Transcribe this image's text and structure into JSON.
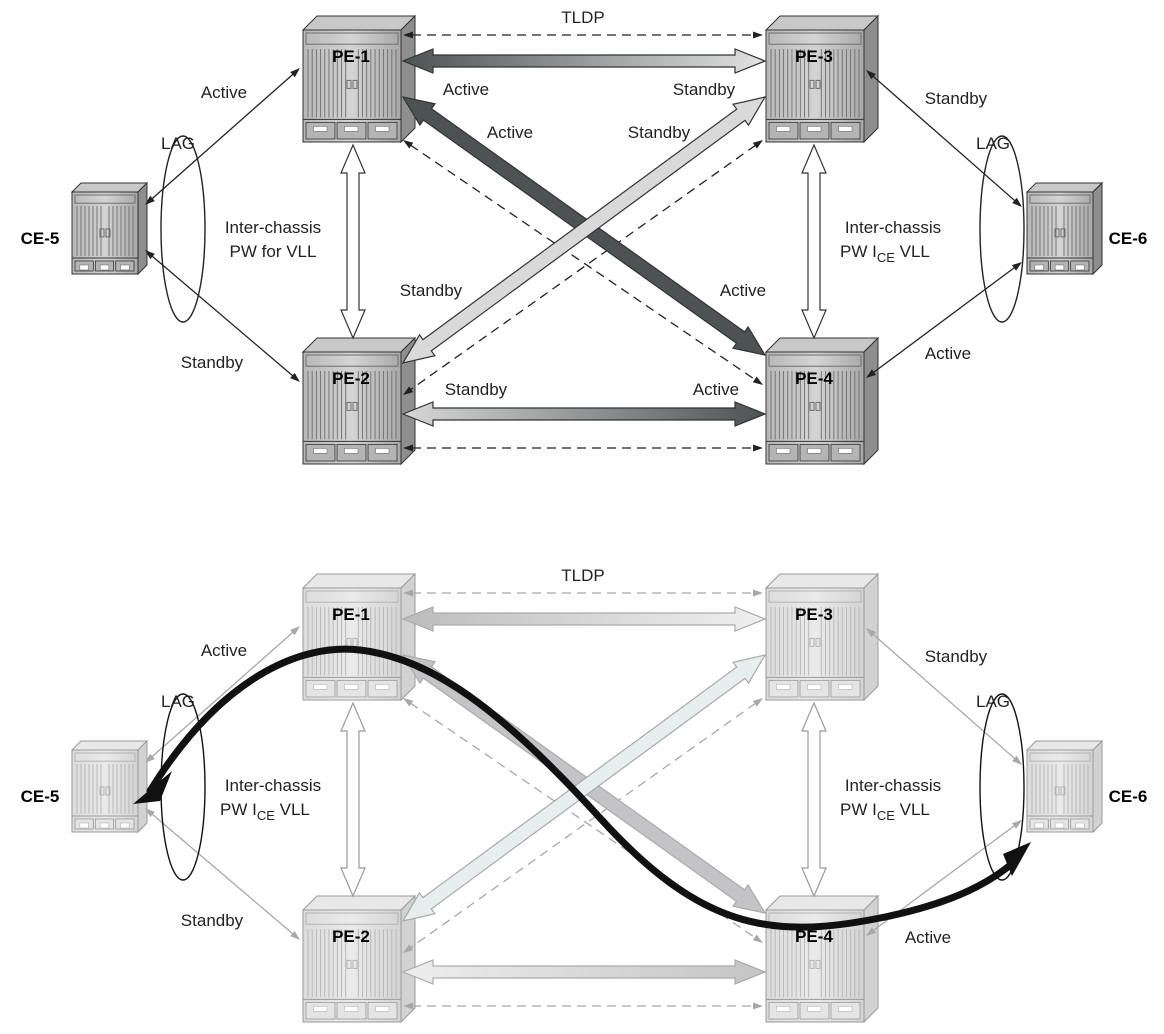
{
  "colors": {
    "top_line": "#222222",
    "faded_line": "#a8a8a8",
    "traffic_path": "#111111",
    "active_arrow": "#4d5253",
    "standby_arrow": "#d9d9d9"
  },
  "diagrams": [
    {
      "faded": false,
      "nodes": {
        "pe1": "PE-1",
        "pe2": "PE-2",
        "pe3": "PE-3",
        "pe4": "PE-4",
        "ce5": "CE-5",
        "ce6": "CE-6"
      },
      "labels": {
        "tldp": "TLDP",
        "lag_left": "LAG",
        "lag_right": "LAG",
        "ce5_pe1": "Active",
        "ce5_pe2": "Standby",
        "ce6_pe3": "Standby",
        "ce6_pe4": "Active",
        "pe1_pe3_left": "Active",
        "pe1_pe3_right": "Standby",
        "pe2_pe4_left": "Standby",
        "pe2_pe4_right": "Active",
        "pe1_pe4_start": "Active",
        "pe1_pe4_end": "Active",
        "pe3_pe2_start": "Standby",
        "pe3_pe2_end": "Standby",
        "icpw_left_1": "Inter-chassis",
        "icpw_left_2": "PW for VLL",
        "icpw_right_1": "Inter-chassis",
        "icpw_right_2a": "PW I",
        "icpw_right_sub": "CE",
        "icpw_right_2b": " VLL"
      }
    },
    {
      "faded": true,
      "nodes": {
        "pe1": "PE-1",
        "pe2": "PE-2",
        "pe3": "PE-3",
        "pe4": "PE-4",
        "ce5": "CE-5",
        "ce6": "CE-6"
      },
      "labels": {
        "tldp": "TLDP",
        "lag_left": "LAG",
        "lag_right": "LAG",
        "ce5_pe1": "Active",
        "ce5_pe2": "Standby",
        "ce6_pe3": "Standby",
        "ce6_pe4": "Active",
        "icpw_left_1": "Inter-chassis",
        "icpw_left_2a": "PW I",
        "icpw_left_sub": "CE",
        "icpw_left_2b": " VLL",
        "icpw_right_1": "Inter-chassis",
        "icpw_right_2a": "PW I",
        "icpw_right_sub": "CE",
        "icpw_right_2b": " VLL"
      }
    }
  ]
}
